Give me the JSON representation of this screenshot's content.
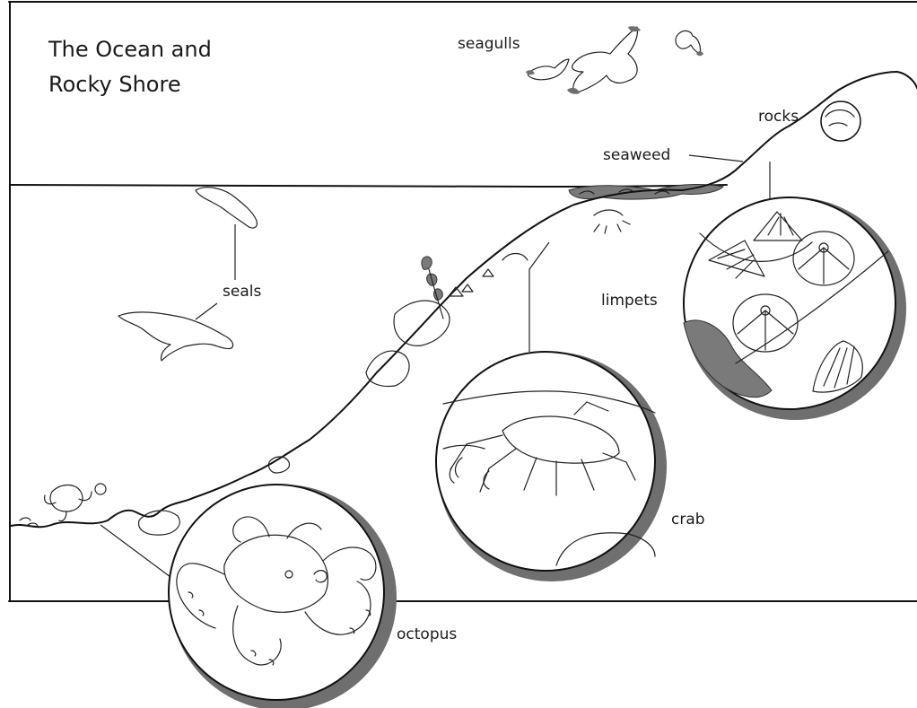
{
  "title": {
    "line1": "The Ocean and",
    "line2": "Rocky Shore"
  },
  "labels": {
    "seagulls": "seagulls",
    "rocks": "rocks",
    "seaweed": "seaweed",
    "seals": "seals",
    "limpets": "limpets",
    "crab": "crab",
    "octopus": "octopus"
  },
  "icons": {
    "seagull": "seagull-icon",
    "seal": "seal-icon",
    "limpet": "limpet-icon",
    "crab": "crab-icon",
    "octopus": "octopus-icon",
    "seaweed": "seaweed-icon"
  }
}
